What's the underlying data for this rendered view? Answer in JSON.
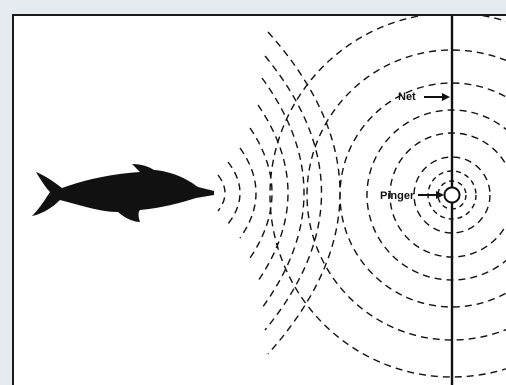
{
  "labels": {
    "net": "Net",
    "pinger": "Pinger"
  },
  "colors": {
    "background": "#e6ebf2",
    "panel": "#ffffff",
    "ink": "#111111"
  },
  "icons": {
    "animal": "dolphin-silhouette",
    "device": "pinger-circle"
  }
}
